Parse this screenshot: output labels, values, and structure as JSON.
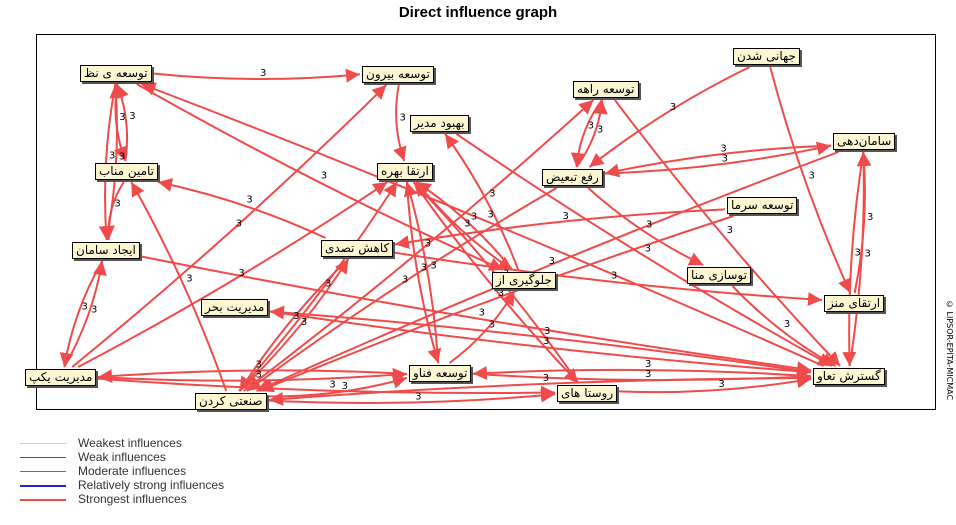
{
  "title": "Direct influence graph",
  "credit": "© LIPSOR-EPITA-MICMAC",
  "edge_color": "#f04b4b",
  "legend": [
    {
      "label": "Weakest influences",
      "color": "#cfcfcf",
      "width": 1
    },
    {
      "label": "Weak influences",
      "color": "#555555",
      "width": 1
    },
    {
      "label": "Moderate influences",
      "color": "#5b6bd6",
      "width": 1
    },
    {
      "label": "Relatively strong influences",
      "color": "#2020e0",
      "width": 2
    },
    {
      "label": "Strongest influences",
      "color": "#f04b4b",
      "width": 2
    }
  ],
  "nodes": [
    {
      "id": "n1",
      "label": "توسعه ی نظ"
    },
    {
      "id": "n2",
      "label": "توسعه بیرون"
    },
    {
      "id": "n3",
      "label": "جهانی شدن"
    },
    {
      "id": "n4",
      "label": "توسعه راهه"
    },
    {
      "id": "n5",
      "label": "بهبود مدیر"
    },
    {
      "id": "n6",
      "label": "سامان‌دهی"
    },
    {
      "id": "n7",
      "label": "تامین مناب"
    },
    {
      "id": "n8",
      "label": "ارتقا بهره"
    },
    {
      "id": "n9",
      "label": "رفع تبعیض"
    },
    {
      "id": "n10",
      "label": "توسعه سرما"
    },
    {
      "id": "n11",
      "label": "ایجاد سامان"
    },
    {
      "id": "n12",
      "label": "کاهش تصدی"
    },
    {
      "id": "n13",
      "label": "جلوگیری از"
    },
    {
      "id": "n14",
      "label": "توسازی منا"
    },
    {
      "id": "n15",
      "label": "مدیریت بحر"
    },
    {
      "id": "n16",
      "label": "ارتقای منز"
    },
    {
      "id": "n17",
      "label": "مدیریت یکپ"
    },
    {
      "id": "n18",
      "label": "توسعه فناو"
    },
    {
      "id": "n19",
      "label": "گسترش تعاو"
    },
    {
      "id": "n20",
      "label": "صنعتی کردن"
    },
    {
      "id": "n21",
      "label": "روستا های"
    }
  ],
  "edges": [
    {
      "from": "n1",
      "to": "n2",
      "label": "3"
    },
    {
      "from": "n1",
      "to": "n7",
      "label": "3"
    },
    {
      "from": "n1",
      "to": "n11",
      "label": "3"
    },
    {
      "from": "n1",
      "to": "n13",
      "label": "3"
    },
    {
      "from": "n2",
      "to": "n8",
      "label": "3"
    },
    {
      "from": "n3",
      "to": "n9",
      "label": "3"
    },
    {
      "from": "n3",
      "to": "n16",
      "label": "3"
    },
    {
      "from": "n4",
      "to": "n9",
      "label": "3"
    },
    {
      "from": "n9",
      "to": "n4",
      "label": "3"
    },
    {
      "from": "n4",
      "to": "n19",
      "label": "3"
    },
    {
      "from": "n5",
      "to": "n19",
      "label": "3"
    },
    {
      "from": "n6",
      "to": "n9",
      "label": "3"
    },
    {
      "from": "n9",
      "to": "n6",
      "label": "3"
    },
    {
      "from": "n6",
      "to": "n19",
      "label": "3"
    },
    {
      "from": "n6",
      "to": "n20",
      "label": "3"
    },
    {
      "from": "n7",
      "to": "n1",
      "label": "3"
    },
    {
      "from": "n7",
      "to": "n11",
      "label": "3"
    },
    {
      "from": "n8",
      "to": "n18",
      "label": "3"
    },
    {
      "from": "n8",
      "to": "n21",
      "label": "3"
    },
    {
      "from": "n8",
      "to": "n13",
      "label": "3"
    },
    {
      "from": "n9",
      "to": "n14",
      "label": "3"
    },
    {
      "from": "n9",
      "to": "n20",
      "label": "3"
    },
    {
      "from": "n10",
      "to": "n12",
      "label": "3"
    },
    {
      "from": "n10",
      "to": "n20",
      "label": "3"
    },
    {
      "from": "n11",
      "to": "n1",
      "label": "3"
    },
    {
      "from": "n11",
      "to": "n17",
      "label": "3"
    },
    {
      "from": "n11",
      "to": "n19",
      "label": "3"
    },
    {
      "from": "n12",
      "to": "n7",
      "label": "3"
    },
    {
      "from": "n12",
      "to": "n16",
      "label": "3"
    },
    {
      "from": "n12",
      "to": "n20",
      "label": "3"
    },
    {
      "from": "n13",
      "to": "n5",
      "label": "3"
    },
    {
      "from": "n13",
      "to": "n8",
      "label": "3"
    },
    {
      "from": "n14",
      "to": "n19",
      "label": "3"
    },
    {
      "from": "n15",
      "to": "n19",
      "label": "3"
    },
    {
      "from": "n16",
      "to": "n6",
      "label": "3"
    },
    {
      "from": "n17",
      "to": "n11",
      "label": "3"
    },
    {
      "from": "n17",
      "to": "n2",
      "label": "3"
    },
    {
      "from": "n17",
      "to": "n8",
      "label": "3"
    },
    {
      "from": "n17",
      "to": "n18",
      "label": "3"
    },
    {
      "from": "n17",
      "to": "n21",
      "label": "3"
    },
    {
      "from": "n18",
      "to": "n8",
      "label": "3"
    },
    {
      "from": "n18",
      "to": "n13",
      "label": "3"
    },
    {
      "from": "n18",
      "to": "n17",
      "label": "3"
    },
    {
      "from": "n18",
      "to": "n19",
      "label": "3"
    },
    {
      "from": "n19",
      "to": "n1",
      "label": "3"
    },
    {
      "from": "n19",
      "to": "n6",
      "label": "3"
    },
    {
      "from": "n19",
      "to": "n15",
      "label": "3"
    },
    {
      "from": "n19",
      "to": "n18",
      "label": "3"
    },
    {
      "from": "n19",
      "to": "n20",
      "label": "3"
    },
    {
      "from": "n20",
      "to": "n7",
      "label": "3"
    },
    {
      "from": "n20",
      "to": "n8",
      "label": "3"
    },
    {
      "from": "n20",
      "to": "n12",
      "label": "3"
    },
    {
      "from": "n20",
      "to": "n4",
      "label": "3"
    },
    {
      "from": "n20",
      "to": "n18",
      "label": "3"
    },
    {
      "from": "n20",
      "to": "n21",
      "label": "3"
    },
    {
      "from": "n21",
      "to": "n19",
      "label": "3"
    },
    {
      "from": "n21",
      "to": "n8",
      "label": "3"
    }
  ]
}
